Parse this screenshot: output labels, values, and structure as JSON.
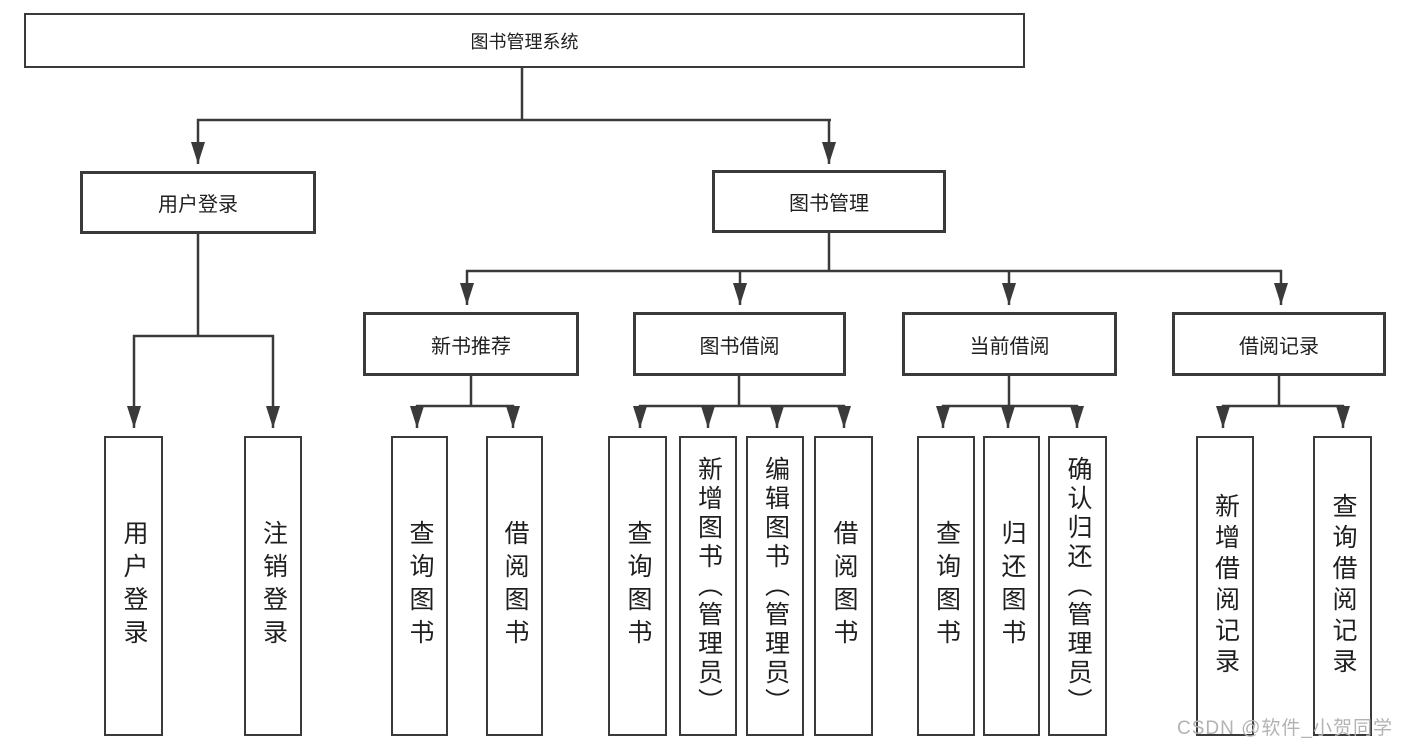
{
  "diagram": {
    "root": "图书管理系统",
    "level2": [
      "用户登录",
      "图书管理"
    ],
    "level3": [
      "新书推荐",
      "图书借阅",
      "当前借阅",
      "借阅记录"
    ],
    "leaves": [
      "用户登录",
      "注销登录",
      "查询图书",
      "借阅图书",
      "查询图书",
      "新增图书（管理员）",
      "编辑图书（管理员）",
      "借阅图书",
      "查询图书",
      "归还图书",
      "确认归还（管理员）",
      "新增借阅记录",
      "查询借阅记录"
    ]
  },
  "watermark": "CSDN @软件_小贺同学",
  "colors": {
    "line": "#3a3a3a",
    "text": "#1f1f1f",
    "watermark": "#b3b3b3",
    "background": "#ffffff"
  }
}
